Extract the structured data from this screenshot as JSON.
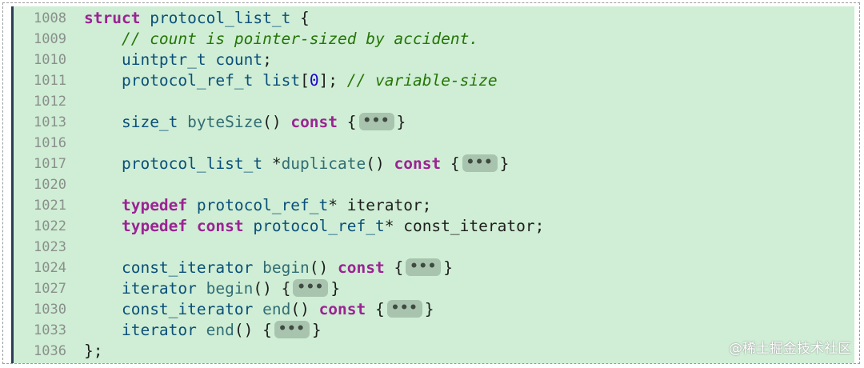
{
  "editor": {
    "lines": [
      {
        "num": "1008",
        "tokens": [
          {
            "t": "kw",
            "v": "struct"
          },
          {
            "t": "pl",
            "v": " "
          },
          {
            "t": "ty",
            "v": "protocol_list_t"
          },
          {
            "t": "pl",
            "v": " {"
          }
        ]
      },
      {
        "num": "1009",
        "tokens": [
          {
            "t": "pl",
            "v": "    "
          },
          {
            "t": "cm",
            "v": "// count is pointer-sized by accident."
          }
        ]
      },
      {
        "num": "1010",
        "tokens": [
          {
            "t": "pl",
            "v": "    "
          },
          {
            "t": "ty",
            "v": "uintptr_t"
          },
          {
            "t": "pl",
            "v": " "
          },
          {
            "t": "ty",
            "v": "count"
          },
          {
            "t": "pl",
            "v": ";"
          }
        ]
      },
      {
        "num": "1011",
        "tokens": [
          {
            "t": "pl",
            "v": "    "
          },
          {
            "t": "ty",
            "v": "protocol_ref_t"
          },
          {
            "t": "pl",
            "v": " "
          },
          {
            "t": "ty",
            "v": "list"
          },
          {
            "t": "pl",
            "v": "["
          },
          {
            "t": "nm",
            "v": "0"
          },
          {
            "t": "pl",
            "v": "]; "
          },
          {
            "t": "cm",
            "v": "// variable-size"
          }
        ]
      },
      {
        "num": "1012",
        "tokens": []
      },
      {
        "num": "1013",
        "tokens": [
          {
            "t": "pl",
            "v": "    "
          },
          {
            "t": "ty",
            "v": "size_t"
          },
          {
            "t": "pl",
            "v": " "
          },
          {
            "t": "fn",
            "v": "byteSize"
          },
          {
            "t": "pl",
            "v": "() "
          },
          {
            "t": "kw",
            "v": "const"
          },
          {
            "t": "pl",
            "v": " {"
          },
          {
            "t": "fold",
            "v": "•••"
          },
          {
            "t": "pl",
            "v": "}"
          }
        ]
      },
      {
        "num": "1016",
        "tokens": []
      },
      {
        "num": "1017",
        "tokens": [
          {
            "t": "pl",
            "v": "    "
          },
          {
            "t": "ty",
            "v": "protocol_list_t"
          },
          {
            "t": "pl",
            "v": " *"
          },
          {
            "t": "fn",
            "v": "duplicate"
          },
          {
            "t": "pl",
            "v": "() "
          },
          {
            "t": "kw",
            "v": "const"
          },
          {
            "t": "pl",
            "v": " {"
          },
          {
            "t": "fold",
            "v": "•••"
          },
          {
            "t": "pl",
            "v": "}"
          }
        ]
      },
      {
        "num": "1020",
        "tokens": []
      },
      {
        "num": "1021",
        "tokens": [
          {
            "t": "pl",
            "v": "    "
          },
          {
            "t": "kw",
            "v": "typedef"
          },
          {
            "t": "pl",
            "v": " "
          },
          {
            "t": "ty",
            "v": "protocol_ref_t"
          },
          {
            "t": "pl",
            "v": "* iterator;"
          }
        ]
      },
      {
        "num": "1022",
        "tokens": [
          {
            "t": "pl",
            "v": "    "
          },
          {
            "t": "kw",
            "v": "typedef"
          },
          {
            "t": "pl",
            "v": " "
          },
          {
            "t": "kw",
            "v": "const"
          },
          {
            "t": "pl",
            "v": " "
          },
          {
            "t": "ty",
            "v": "protocol_ref_t"
          },
          {
            "t": "pl",
            "v": "* const_iterator;"
          }
        ]
      },
      {
        "num": "1023",
        "tokens": []
      },
      {
        "num": "1024",
        "tokens": [
          {
            "t": "pl",
            "v": "    "
          },
          {
            "t": "ty",
            "v": "const_iterator"
          },
          {
            "t": "pl",
            "v": " "
          },
          {
            "t": "fn",
            "v": "begin"
          },
          {
            "t": "pl",
            "v": "() "
          },
          {
            "t": "kw",
            "v": "const"
          },
          {
            "t": "pl",
            "v": " {"
          },
          {
            "t": "fold",
            "v": "•••"
          },
          {
            "t": "pl",
            "v": "}"
          }
        ]
      },
      {
        "num": "1027",
        "tokens": [
          {
            "t": "pl",
            "v": "    "
          },
          {
            "t": "ty",
            "v": "iterator"
          },
          {
            "t": "pl",
            "v": " "
          },
          {
            "t": "fn",
            "v": "begin"
          },
          {
            "t": "pl",
            "v": "() {"
          },
          {
            "t": "fold",
            "v": "•••"
          },
          {
            "t": "pl",
            "v": "}"
          }
        ]
      },
      {
        "num": "1030",
        "tokens": [
          {
            "t": "pl",
            "v": "    "
          },
          {
            "t": "ty",
            "v": "const_iterator"
          },
          {
            "t": "pl",
            "v": " "
          },
          {
            "t": "fn",
            "v": "end"
          },
          {
            "t": "pl",
            "v": "() "
          },
          {
            "t": "kw",
            "v": "const"
          },
          {
            "t": "pl",
            "v": " {"
          },
          {
            "t": "fold",
            "v": "•••"
          },
          {
            "t": "pl",
            "v": "}"
          }
        ]
      },
      {
        "num": "1033",
        "tokens": [
          {
            "t": "pl",
            "v": "    "
          },
          {
            "t": "ty",
            "v": "iterator"
          },
          {
            "t": "pl",
            "v": " "
          },
          {
            "t": "fn",
            "v": "end"
          },
          {
            "t": "pl",
            "v": "() {"
          },
          {
            "t": "fold",
            "v": "•••"
          },
          {
            "t": "pl",
            "v": "}"
          }
        ]
      },
      {
        "num": "1036",
        "tokens": [
          {
            "t": "pl",
            "v": "};"
          }
        ]
      }
    ]
  },
  "watermark": "@稀土掘金技术社区",
  "colors": {
    "background": "#cfeed5",
    "keyword": "#9b2393",
    "type": "#0b4f79",
    "function": "#326d74",
    "comment": "#267507",
    "number": "#1c00cf",
    "fold_badge": "#a9c4ae"
  }
}
